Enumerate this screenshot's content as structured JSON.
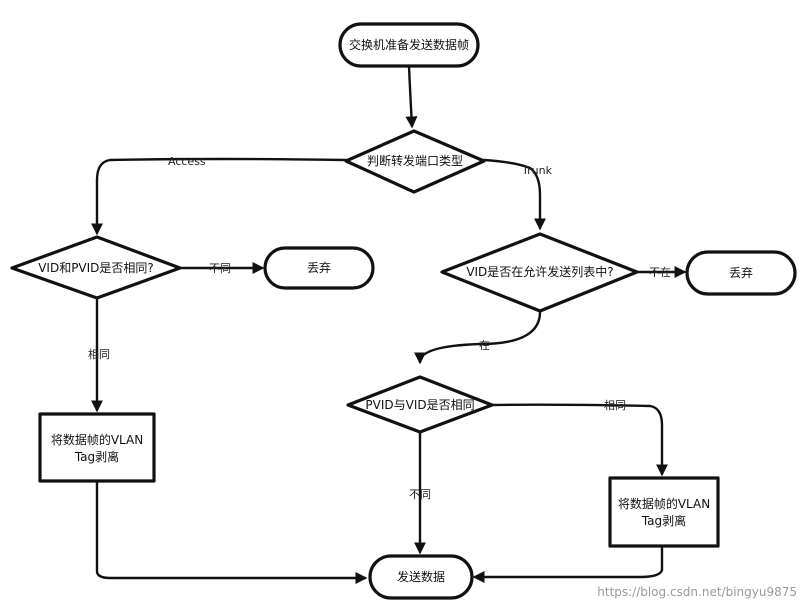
{
  "nodes": {
    "start": "交换机准备发送数据帧",
    "port_type": "判断转发端口类型",
    "vid_pvid_access": "VID和PVID是否相同?",
    "discard_access": "丢弃",
    "strip_access_line1": "将数据帧的VLAN",
    "strip_access_line2": "Tag剥离",
    "vid_in_allowed": "VID是否在允许发送列表中?",
    "discard_trunk": "丢弃",
    "pvid_vid_trunk": "PVID与VID是否相同",
    "strip_trunk_line1": "将数据帧的VLAN",
    "strip_trunk_line2": "Tag剥离",
    "send": "发送数据"
  },
  "edges": {
    "access": "Access",
    "trunk": "Trunk",
    "not_same_access": "不同",
    "same_access": "相同",
    "not_in": "不在",
    "in": "在",
    "same_trunk": "相同",
    "not_same_trunk": "不同"
  },
  "watermark": "https://blog.csdn.net/bingyu9875"
}
